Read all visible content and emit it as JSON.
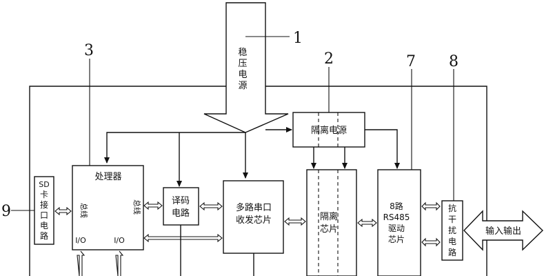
{
  "callouts": [
    "1",
    "2",
    "3",
    "7",
    "8",
    "9"
  ],
  "blocks": {
    "regulator": [
      "稳",
      "压",
      "电",
      "源"
    ],
    "isolated_power": "隔离电源",
    "sd_card": [
      "SD",
      "卡",
      "接",
      "口",
      "电",
      "路"
    ],
    "processor": {
      "title": "处理器",
      "bus_left": "总线",
      "bus_right": "总线",
      "io_left": "I/O",
      "io_right": "I/O"
    },
    "decoder": [
      "译码",
      "电路"
    ],
    "serial_transceiver": [
      "多路串口",
      "收发芯片"
    ],
    "isolation_chip": [
      "隔离",
      "芯片"
    ],
    "rs485_driver": [
      "8路",
      "RS485",
      "驱动",
      "芯片"
    ],
    "anti_interference": [
      "抗",
      "干",
      "扰",
      "电",
      "路"
    ],
    "io_port": "输入输出"
  }
}
